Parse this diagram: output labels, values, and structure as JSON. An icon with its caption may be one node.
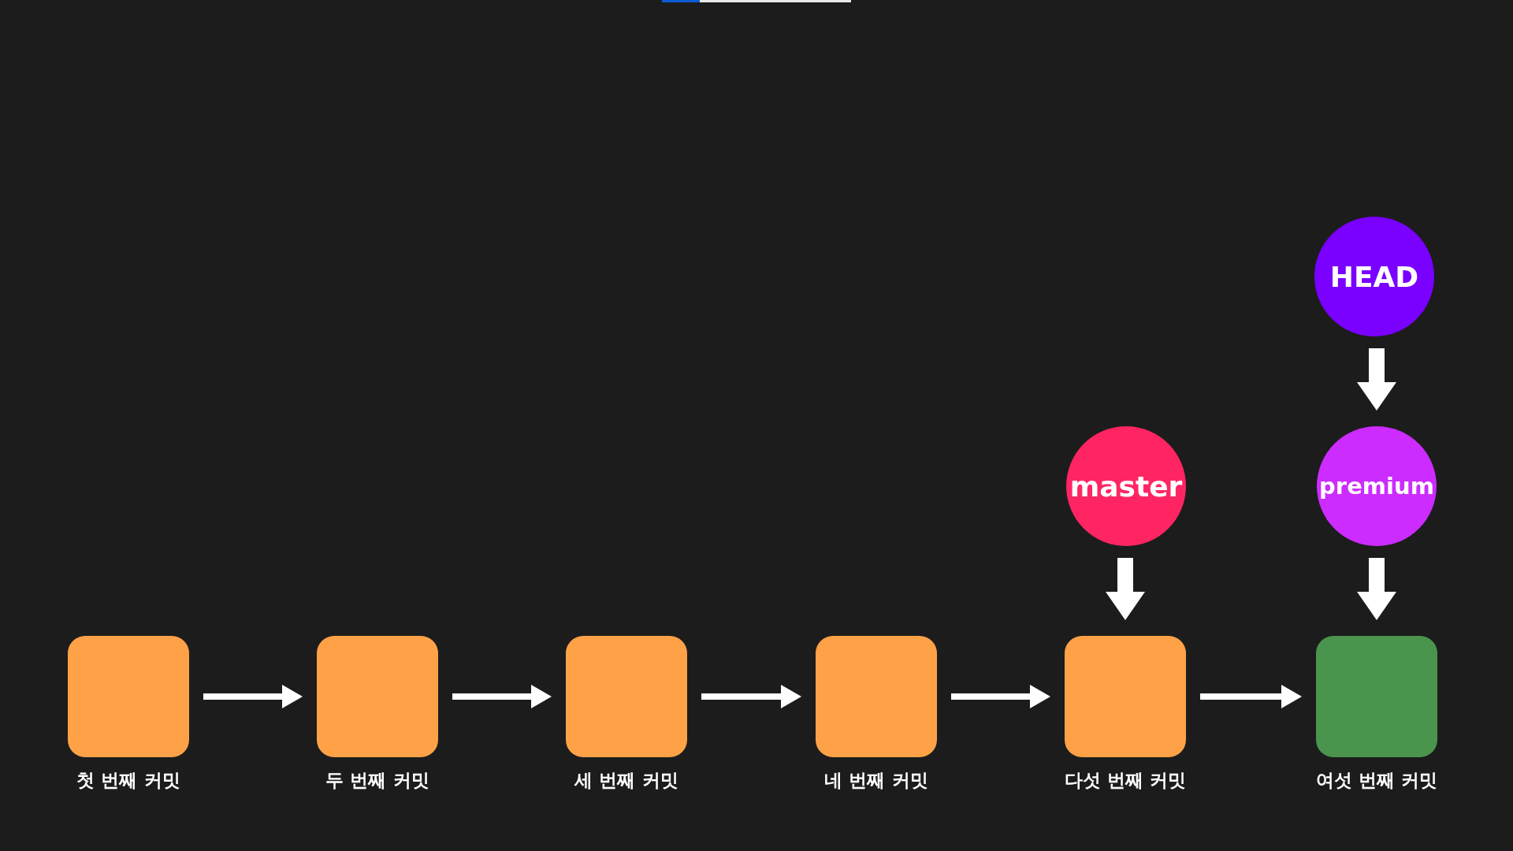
{
  "diagram": {
    "nodes": [
      {
        "text": [],
        "shape": "box",
        "beside": [
          "첫 번째 커밋"
        ]
      },
      {
        "text": [],
        "shape": "box",
        "beside": [
          "두 번째 커밋"
        ]
      },
      {
        "text": [],
        "shape": "box",
        "beside": [
          "세 번째 커밋"
        ]
      },
      {
        "text": [],
        "shape": "box",
        "beside": [
          "네 번째 커밋"
        ]
      },
      {
        "text": [],
        "shape": "box",
        "beside": [
          "다섯 번째 커밋"
        ]
      },
      {
        "text": [
          "HEAD"
        ]
      },
      {
        "text": [
          "master"
        ]
      },
      {
        "text": [
          "premium"
        ]
      },
      {
        "text": [],
        "shape": "box",
        "beside": [
          "여섯 번째 커밋"
        ]
      }
    ],
    "edges": [
      {
        "from": 0,
        "to": 1,
        "arrow": "to"
      },
      {
        "from": 1,
        "to": 2,
        "arrow": "to"
      },
      {
        "from": 2,
        "to": 3,
        "arrow": "to"
      },
      {
        "from": 3,
        "to": 4,
        "arrow": "to"
      },
      {
        "from": 4,
        "to": 8,
        "arrow": "to"
      },
      {
        "from": 6,
        "to": 4,
        "arrow": "to",
        "style": "thick"
      },
      {
        "from": 5,
        "to": 7,
        "arrow": "to",
        "style": "thick"
      },
      {
        "from": 7,
        "to": 8,
        "arrow": "to",
        "style": "thick"
      }
    ]
  }
}
